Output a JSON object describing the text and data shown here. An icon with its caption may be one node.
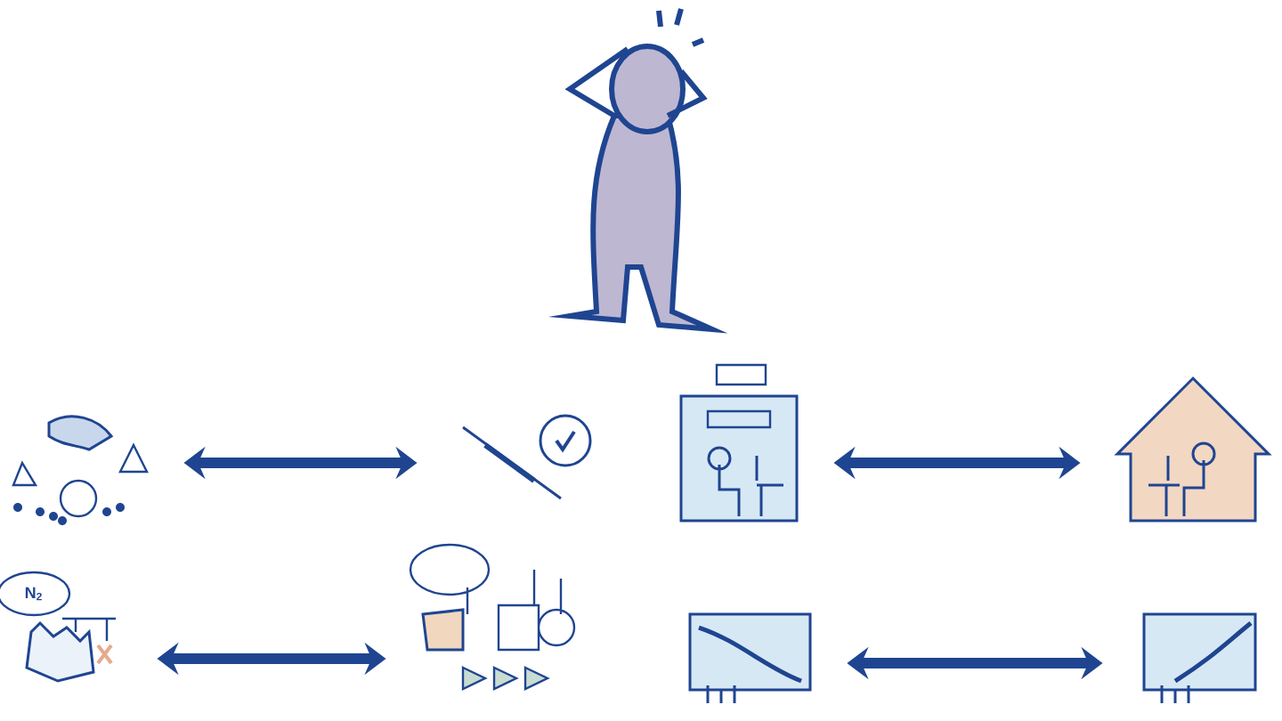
{
  "diagram": {
    "nodes": [
      {
        "text": [],
        "shape": "picture"
      },
      {
        "text": [],
        "shape": "picture"
      },
      {
        "text": [],
        "shape": "picture"
      },
      {
        "text": [],
        "shape": "picture"
      },
      {
        "text": [
          "N$_{2}$"
        ]
      },
      {
        "text": [],
        "shape": "picture"
      },
      {
        "text": [],
        "shape": "picture"
      },
      {
        "text": [],
        "shape": "picture"
      }
    ],
    "edges": [
      {
        "from": 0,
        "to": 1,
        "arrow": "both"
      },
      {
        "from": 2,
        "to": 3,
        "arrow": "both"
      },
      {
        "from": 4,
        "to": 5,
        "arrow": "both"
      },
      {
        "from": 6,
        "to": 7,
        "arrow": "both"
      }
    ]
  }
}
